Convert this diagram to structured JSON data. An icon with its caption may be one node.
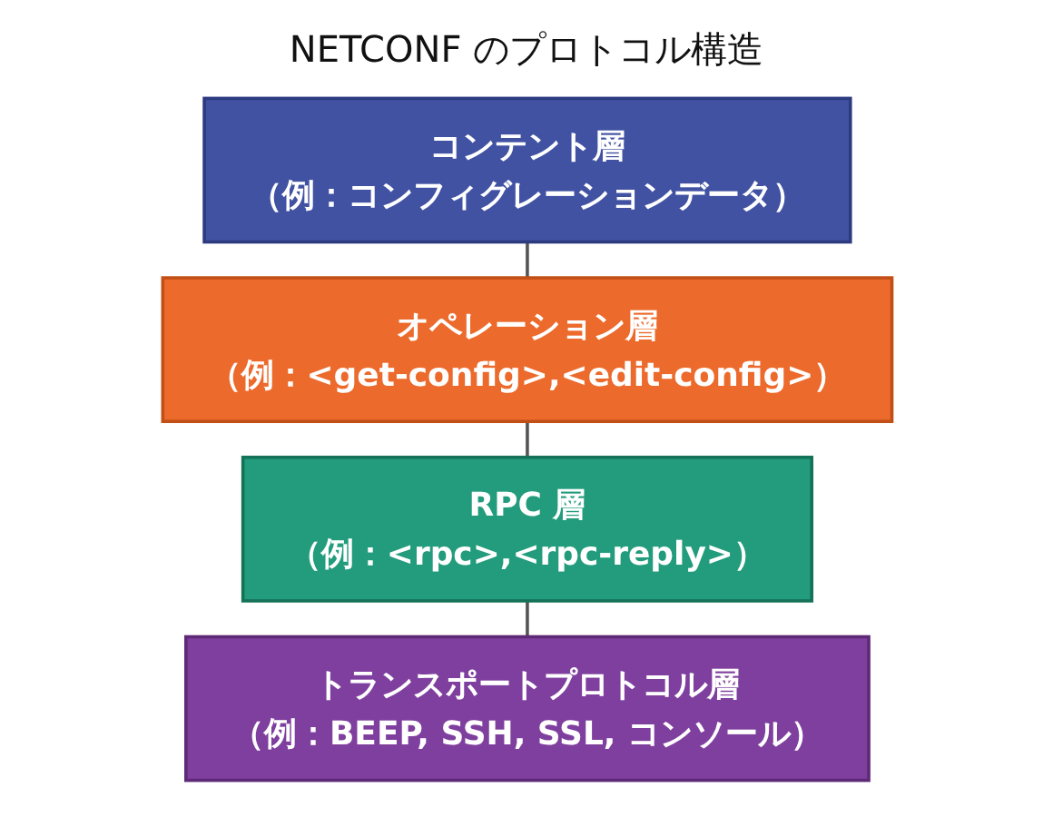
{
  "diagram": {
    "title": "NETCONF のプロトコル構造",
    "nodes": [
      {
        "text": [
          "コンテント層",
          "（例：コンフィグレーションデータ）"
        ]
      },
      {
        "text": [
          "オペレーション層",
          "（例：<get-config>,<edit-config>）"
        ]
      },
      {
        "text": [
          "RPC 層",
          "（例：<rpc>,<rpc-reply>）"
        ]
      },
      {
        "text": [
          "トランスポートプロトコル層",
          "（例：BEEP, SSH, SSL, コンソール）"
        ]
      }
    ],
    "edges": [
      {
        "from": 0,
        "to": 1,
        "arrow": "none"
      },
      {
        "from": 1,
        "to": 2,
        "arrow": "none"
      },
      {
        "from": 2,
        "to": 3,
        "arrow": "none"
      }
    ]
  }
}
